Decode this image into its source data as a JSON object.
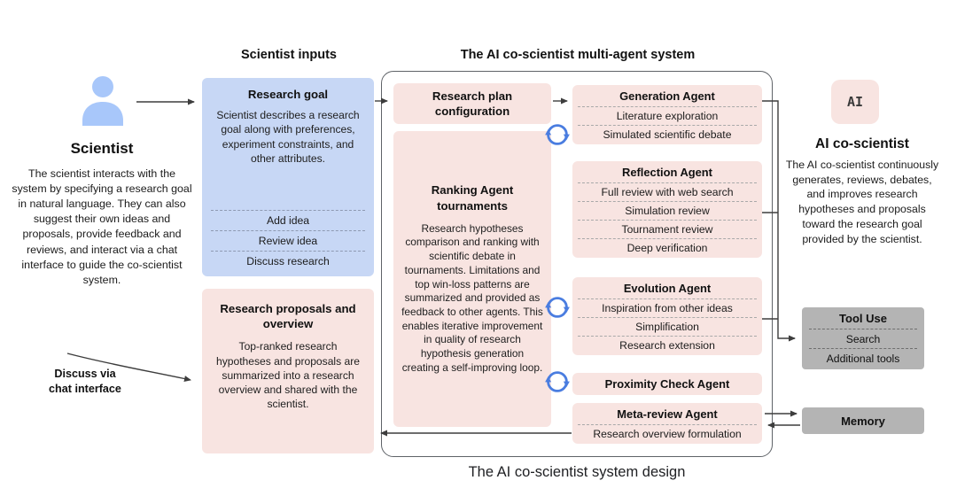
{
  "caption": "The AI co-scientist system design",
  "columns": {
    "inputs_header": "Scientist inputs",
    "system_header": "The AI co-scientist multi-agent system"
  },
  "scientist": {
    "title": "Scientist",
    "description": "The scientist interacts with the system by specifying a research goal in natural language. They can also suggest their own ideas and proposals, provide feedback and reviews, and interact via a chat interface to guide the co-scientist system.",
    "discuss_line1": "Discuss via",
    "discuss_line2": "chat interface"
  },
  "inputs": {
    "research_goal": {
      "title": "Research goal",
      "description": "Scientist describes a research goal along with preferences, experiment constraints, and other attributes.",
      "actions": [
        "Add idea",
        "Review idea",
        "Discuss research"
      ]
    },
    "proposals": {
      "title": "Research proposals and overview",
      "description": "Top-ranked research hypotheses and proposals are summarized into a research overview and shared with the scientist."
    }
  },
  "system": {
    "plan_config": "Research plan configuration",
    "ranking": {
      "title": "Ranking Agent tournaments",
      "description": "Research hypotheses comparison and ranking with scientific debate in tournaments. Limitations and top win-loss patterns are summarized and provided as feedback to other agents. This enables iterative improvement in quality of research hypothesis generation creating a self-improving loop."
    },
    "agents": [
      {
        "name": "Generation Agent",
        "rows": [
          "Literature exploration",
          "Simulated scientific debate"
        ]
      },
      {
        "name": "Reflection Agent",
        "rows": [
          "Full review with web search",
          "Simulation review",
          "Tournament review",
          "Deep verification"
        ]
      },
      {
        "name": "Evolution Agent",
        "rows": [
          "Inspiration from other ideas",
          "Simplification",
          "Research extension"
        ]
      },
      {
        "name": "Proximity Check Agent",
        "rows": []
      },
      {
        "name": "Meta-review Agent",
        "rows": [
          "Research overview formulation"
        ]
      }
    ]
  },
  "ai_co_scientist": {
    "icon_label": "AI",
    "title": "AI co-scientist",
    "description": "The AI co-scientist continuously generates, reviews, debates, and improves research hypotheses and proposals toward the research goal provided by the scientist.",
    "tool_use": {
      "title": "Tool Use",
      "items": [
        "Search",
        "Additional tools"
      ]
    },
    "memory_label": "Memory"
  },
  "colors": {
    "input_fill": "#c7d7f5",
    "agent_fill": "#f8e4e1",
    "tool_fill": "#b4b4b4",
    "cycle_arrow": "#4a7de0",
    "person_icon": "#a8c7fa",
    "connector": "#3d3d3d"
  }
}
